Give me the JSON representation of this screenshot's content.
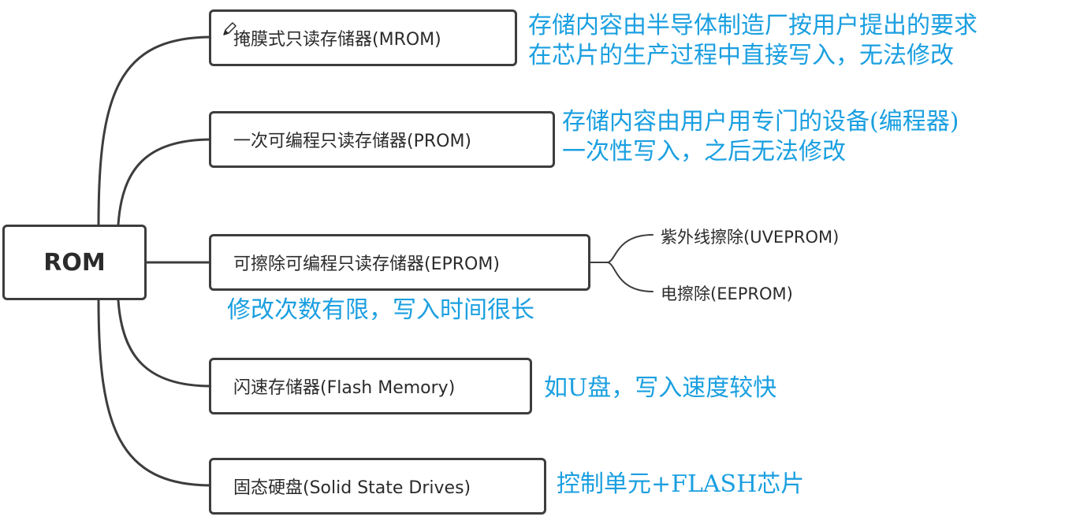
{
  "root": {
    "label": "ROM"
  },
  "branches": [
    {
      "label": "掩膜式只读存储器(MROM)",
      "note": [
        "存储内容由半导体制造厂按用户提出的要求",
        "在芯片的生产过程中直接写入，无法修改"
      ]
    },
    {
      "label": "一次可编程只读存储器(PROM)",
      "note": [
        "存储内容由用户用专门的设备(编程器)",
        "一次性写入，之后无法修改"
      ]
    },
    {
      "label": "可擦除可编程只读存储器(EPROM)",
      "note": [
        "修改次数有限，写入时间很长"
      ],
      "children": [
        "紫外线擦除(UVEPROM)",
        "电擦除(EEPROM)"
      ]
    },
    {
      "label": "闪速存储器(Flash Memory)",
      "note": [
        "如U盘，写入速度较快"
      ]
    },
    {
      "label": "固态硬盘(Solid State Drives)",
      "note": [
        "控制单元+FLASH芯片"
      ]
    }
  ],
  "colors": {
    "border": "#3d3d3d",
    "note": "#1a9fe0"
  },
  "icons": {
    "edit": "pencil-icon"
  }
}
